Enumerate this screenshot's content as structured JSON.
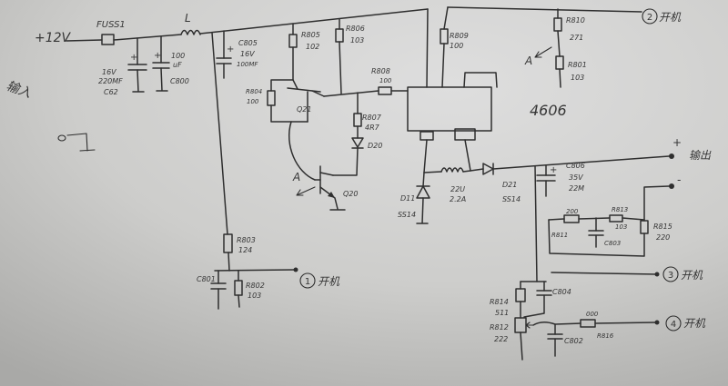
{
  "colors": {
    "paper_light": "#dedede",
    "paper_mid": "#cdcdcb",
    "paper_dark": "#a9a9a7",
    "ink": "#2e2e2e"
  },
  "power": {
    "input_voltage": "+12V",
    "input_note": "输入",
    "fuse": "FUSS1",
    "inductor": "L"
  },
  "c62": {
    "voltage": "16V",
    "value": "220MF",
    "name": "C62",
    "polarity": "+"
  },
  "c800": {
    "value": "100",
    "unit": "uF",
    "name": "C800",
    "polarity": "+"
  },
  "c805": {
    "name": "C805",
    "voltage": "16V",
    "value": "100MF",
    "polarity": "+"
  },
  "r805": {
    "name": "R805",
    "value": "102"
  },
  "r806": {
    "name": "R806",
    "value": "103"
  },
  "r804": {
    "name": "R804",
    "value": "100"
  },
  "q21": {
    "name": "Q21"
  },
  "r808": {
    "name": "R808",
    "value": "100"
  },
  "r807": {
    "name": "R807",
    "value": "4R7"
  },
  "d20": {
    "name": "D20"
  },
  "q20": {
    "name": "Q20",
    "test_point": "A"
  },
  "r809": {
    "name": "R809",
    "value": "100"
  },
  "r810": {
    "name": "R810",
    "value": "271"
  },
  "r801": {
    "name": "R801",
    "value": "103",
    "test_point": "A"
  },
  "ic": {
    "name": "4606"
  },
  "d11": {
    "name": "D11",
    "value": "SS14"
  },
  "l2": {
    "value": "22U",
    "rating": "2.2A"
  },
  "d21": {
    "name": "D21",
    "value": "SS14"
  },
  "c806": {
    "name": "C806",
    "voltage": "35V",
    "value": "22M",
    "polarity": "+"
  },
  "output": {
    "plus": "+",
    "label": "输出",
    "minus": "-"
  },
  "r811": {
    "name": "R811",
    "value": "200"
  },
  "r813": {
    "name": "R813",
    "value": "103"
  },
  "r815": {
    "name": "R815",
    "value": "220"
  },
  "c803": {
    "name": "C803"
  },
  "r803": {
    "name": "R803",
    "value": "124"
  },
  "c801": {
    "name": "C801"
  },
  "r802": {
    "name": "R802",
    "value": "103"
  },
  "r814": {
    "name": "R814",
    "value": "511"
  },
  "c804": {
    "name": "C804"
  },
  "r812": {
    "name": "R812",
    "value": "222"
  },
  "c802": {
    "name": "C802"
  },
  "r816": {
    "name": "R816",
    "value": "000"
  },
  "connectors": {
    "sw1": {
      "number": "1",
      "label": "开机"
    },
    "sw2": {
      "number": "2",
      "label": "开机"
    },
    "sw3": {
      "number": "3",
      "label": "开机"
    },
    "sw4": {
      "number": "4",
      "label": "开机"
    }
  }
}
